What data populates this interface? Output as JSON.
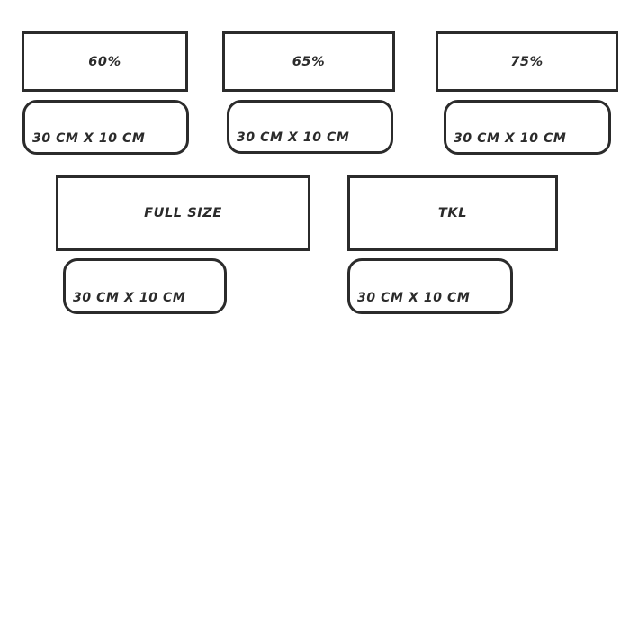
{
  "page": {
    "background_color": "#ffffff",
    "line_color": "#2b2b2b"
  },
  "keyboard_sizes": [
    {
      "id": "60-percent",
      "label": "60%",
      "dimensions": "30 CM X 10 CM"
    },
    {
      "id": "65-percent",
      "label": "65%",
      "dimensions": "30 CM X 10 CM"
    },
    {
      "id": "75-percent",
      "label": "75%",
      "dimensions": "30 CM X 10 CM"
    },
    {
      "id": "full-size",
      "label": "FULL SIZE",
      "dimensions": "30 CM X 10 CM"
    },
    {
      "id": "tkl",
      "label": "TKL",
      "dimensions": "30 CM X 10 CM"
    }
  ]
}
